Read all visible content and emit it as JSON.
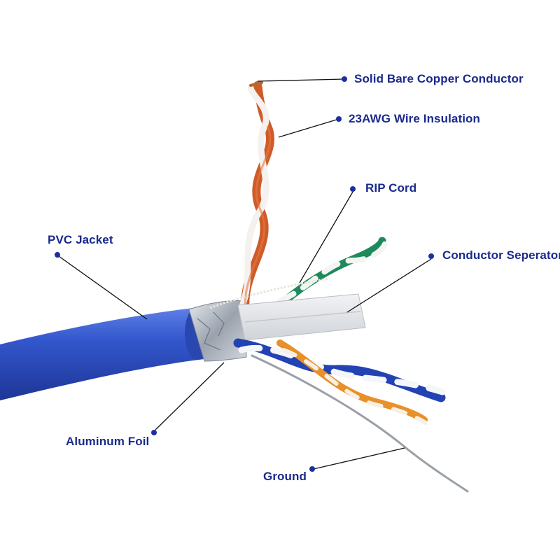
{
  "colors": {
    "label_text": "#1a2a8c",
    "dot": "#1c2fa0",
    "leader_line": "#111111",
    "jacket_blue": "#2e4fc4",
    "copper_orange": "#d4622c",
    "green": "#1f8a5a",
    "orange_wire": "#e8902a"
  },
  "labels": {
    "copper_conductor": "Solid Bare Copper Conductor",
    "wire_insulation": "23AWG Wire Insulation",
    "rip_cord": "RIP Cord",
    "conductor_separator": "Conductor Seperator",
    "pvc_jacket": "PVC Jacket",
    "aluminum_foil": "Aluminum Foil",
    "ground": "Ground"
  }
}
